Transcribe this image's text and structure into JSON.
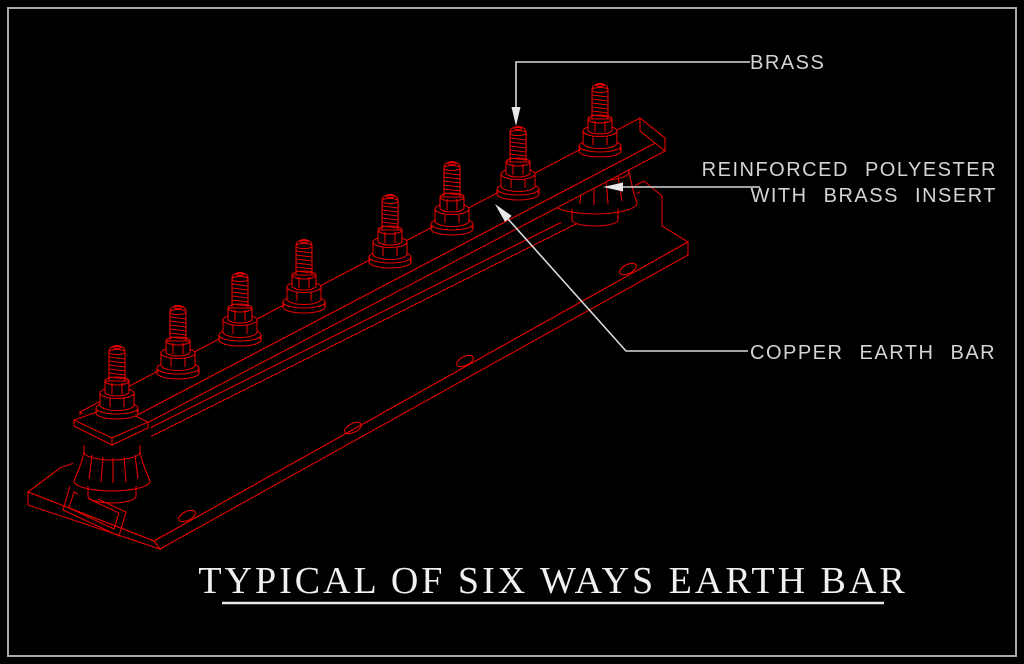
{
  "title": {
    "text": "TYPICAL OF SIX WAYS EARTH BAR"
  },
  "labels": {
    "brass": "BRASS",
    "reinforced_polyester": {
      "line1": "REINFORCED POLYESTER",
      "line2": "WITH BRASS INSERT"
    },
    "copper_earth_bar": "COPPER EARTH BAR"
  },
  "drawing": {
    "view": "isometric",
    "stud_count": 8,
    "way_count": 6,
    "insulator_count": 2
  },
  "colors": {
    "background": "#000000",
    "line_red": "#e00000",
    "leader_gray": "#d9d9d9",
    "label_gray": "#d4d4d4",
    "title_white": "#f0f0f0",
    "border_gray": "#a8a8a8"
  }
}
